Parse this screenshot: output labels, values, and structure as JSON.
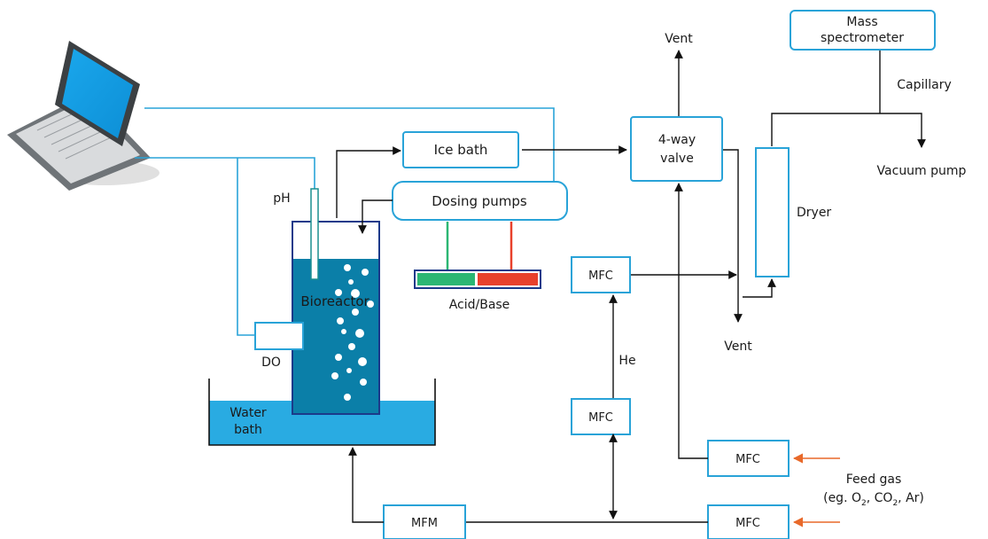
{
  "labels": {
    "mass_spectrometer_line1": "Mass",
    "mass_spectrometer_line2": "spectrometer",
    "vent_top": "Vent",
    "capillary": "Capillary",
    "vacuum_pump": "Vacuum pump",
    "ice_bath": "Ice bath",
    "four_way_valve_line1": "4-way",
    "four_way_valve_line2": "valve",
    "dosing_pumps": "Dosing pumps",
    "ph": "pH",
    "dryer": "Dryer",
    "mfc": "MFC",
    "acid_base": "Acid/Base",
    "bioreactor": "Bioreactor",
    "vent_bottom": "Vent",
    "do": "DO",
    "he": "He",
    "water_bath_line1": "Water",
    "water_bath_line2": "bath",
    "feed_gas_line1": "Feed gas",
    "feed_gas_line2_prefix": "(eg. O",
    "subscript_2": "2",
    "co": ", CO",
    "ar": ", Ar)",
    "mfm": "MFM"
  },
  "colors": {
    "accent": "#29a3d8",
    "reactor_liquid": "#0b7fa8",
    "water_bath": "#29abe2",
    "acid": "#2bb673",
    "base": "#e8412c",
    "feed_arrow": "#e8692a"
  },
  "icons": {
    "laptop": "laptop-icon"
  }
}
